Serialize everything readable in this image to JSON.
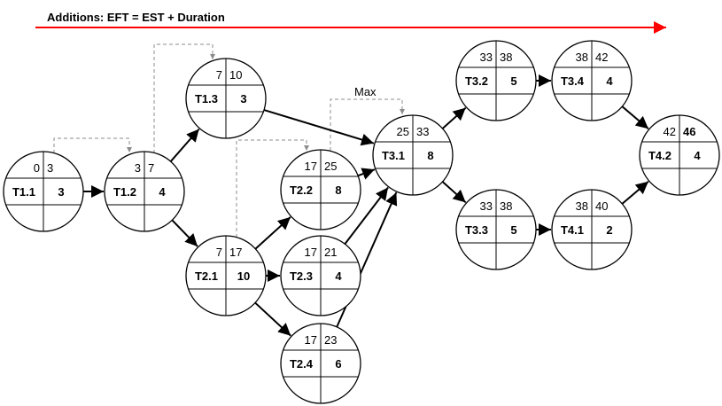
{
  "header": {
    "formula": "Additions:  EFT = EST + Duration",
    "arrow_color": "#ff0000"
  },
  "max_label": "Max",
  "colors": {
    "critical": "#e02020",
    "final": "#1f7fd4",
    "dashed": "#8c8c8c"
  },
  "nodes": [
    {
      "id": "T1.1",
      "est": "0",
      "eft": "3",
      "dur": "3"
    },
    {
      "id": "T1.2",
      "est": "3",
      "eft": "7",
      "dur": "4"
    },
    {
      "id": "T1.3",
      "est": "7",
      "eft": "10",
      "dur": "3"
    },
    {
      "id": "T2.1",
      "est": "7",
      "eft": "17",
      "dur": "10"
    },
    {
      "id": "T2.2",
      "est": "17",
      "eft": "25",
      "dur": "8",
      "eft_color": "critical"
    },
    {
      "id": "T2.3",
      "est": "17",
      "eft": "21",
      "dur": "4"
    },
    {
      "id": "T2.4",
      "est": "17",
      "eft": "23",
      "dur": "6"
    },
    {
      "id": "T3.1",
      "est": "25",
      "eft": "33",
      "dur": "8"
    },
    {
      "id": "T3.2",
      "est": "33",
      "eft": "38",
      "dur": "5"
    },
    {
      "id": "T3.3",
      "est": "33",
      "eft": "38",
      "dur": "5"
    },
    {
      "id": "T3.4",
      "est": "38",
      "eft": "42",
      "dur": "4",
      "eft_color": "critical"
    },
    {
      "id": "T4.1",
      "est": "38",
      "eft": "40",
      "dur": "2"
    },
    {
      "id": "T4.2",
      "est": "42",
      "eft": "46",
      "dur": "4",
      "eft_color": "final",
      "eft_bold": true
    }
  ],
  "edges": [
    [
      "T1.1",
      "T1.2"
    ],
    [
      "T1.2",
      "T1.3"
    ],
    [
      "T1.2",
      "T2.1"
    ],
    [
      "T1.3",
      "T3.1"
    ],
    [
      "T2.1",
      "T2.2"
    ],
    [
      "T2.1",
      "T2.3"
    ],
    [
      "T2.1",
      "T2.4"
    ],
    [
      "T2.2",
      "T3.1"
    ],
    [
      "T2.3",
      "T3.1"
    ],
    [
      "T2.4",
      "T3.1"
    ],
    [
      "T3.1",
      "T3.2"
    ],
    [
      "T3.1",
      "T3.3"
    ],
    [
      "T3.2",
      "T3.4"
    ],
    [
      "T3.3",
      "T4.1"
    ],
    [
      "T3.4",
      "T4.2"
    ],
    [
      "T4.1",
      "T4.2"
    ]
  ]
}
